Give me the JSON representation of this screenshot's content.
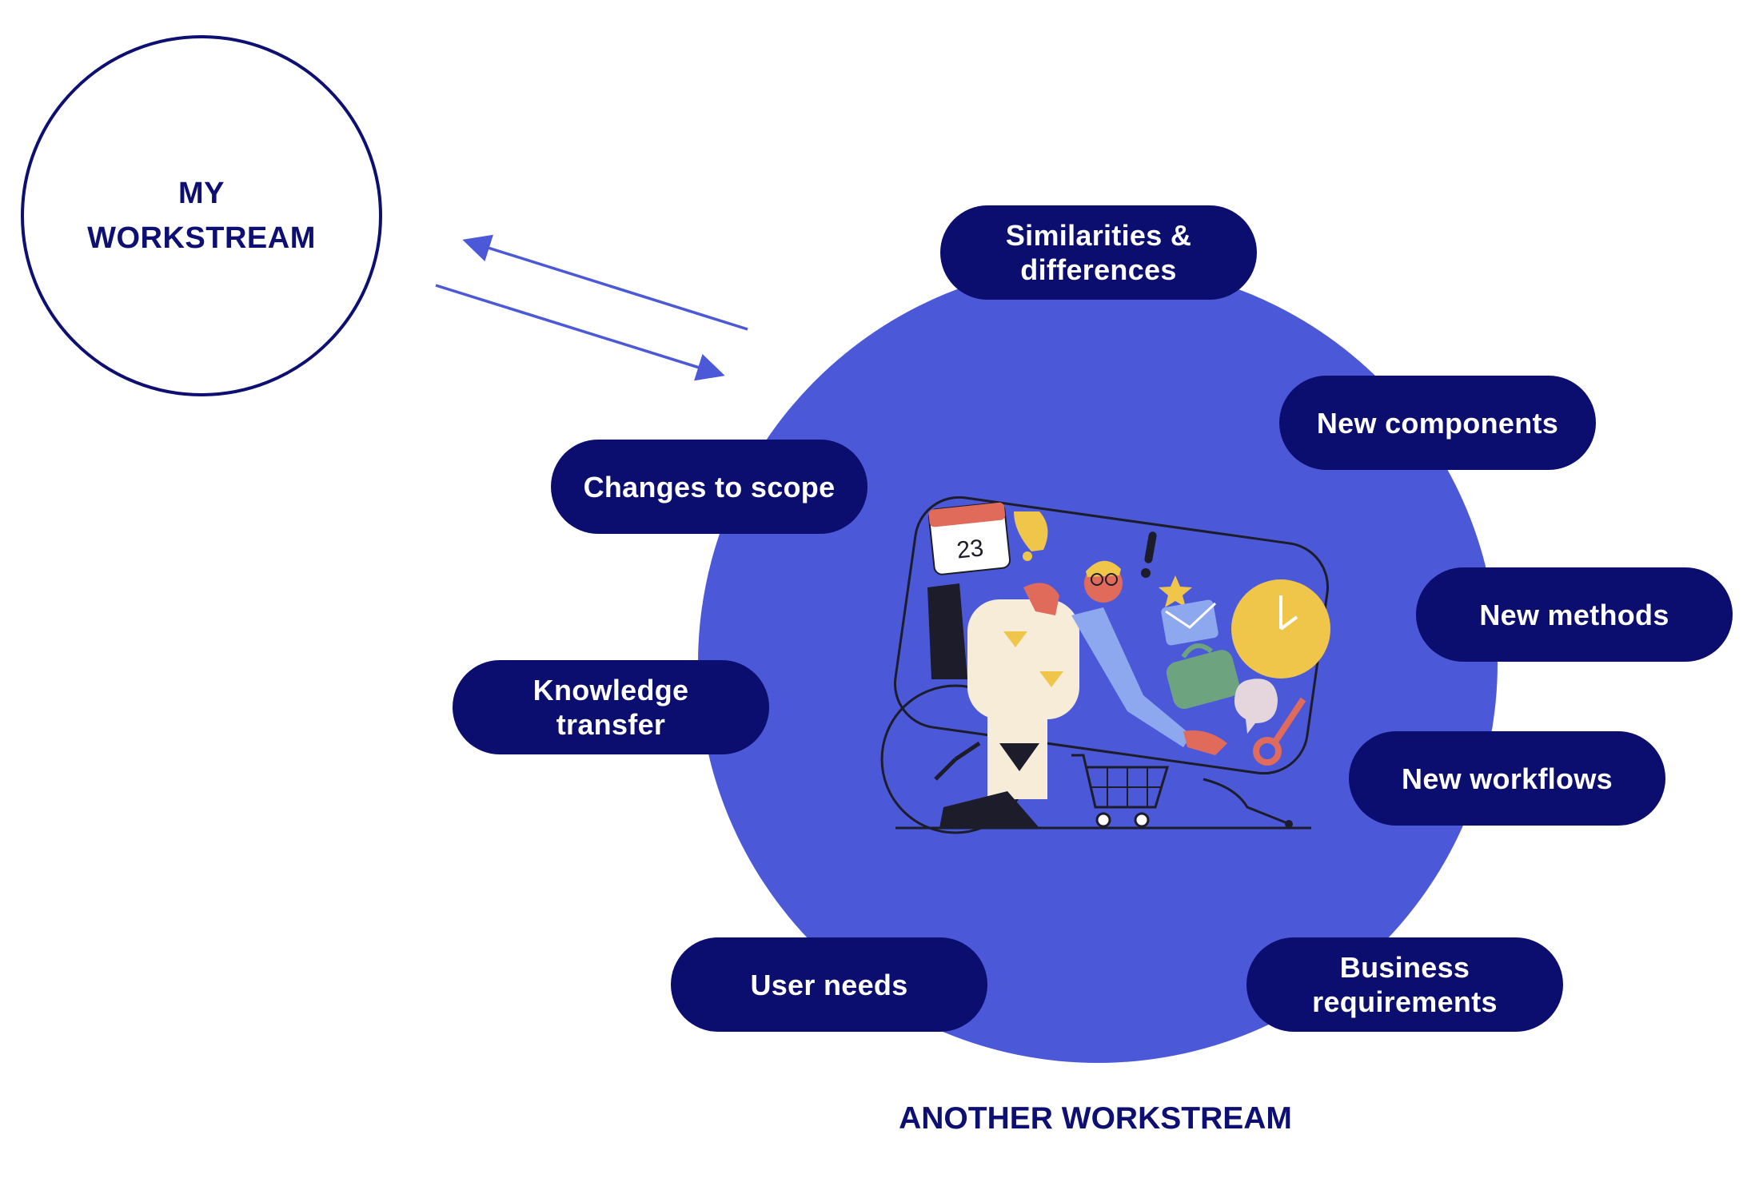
{
  "my_workstream": {
    "label": "MY\nWORKSTREAM"
  },
  "another_workstream": {
    "label": "ANOTHER WORKSTREAM"
  },
  "topics": [
    {
      "label": "Similarities &\ndifferences"
    },
    {
      "label": "New components"
    },
    {
      "label": "Changes to scope"
    },
    {
      "label": "New methods"
    },
    {
      "label": "Knowledge\ntransfer"
    },
    {
      "label": "New workflows"
    },
    {
      "label": "User needs"
    },
    {
      "label": "Business\nrequirements"
    }
  ],
  "illustration": {
    "calendar_number": "23"
  },
  "colors": {
    "navy": "#0b0e6e",
    "circle_blue": "#4b59d9",
    "arrow_blue": "#4b59d9",
    "white": "#ffffff"
  }
}
